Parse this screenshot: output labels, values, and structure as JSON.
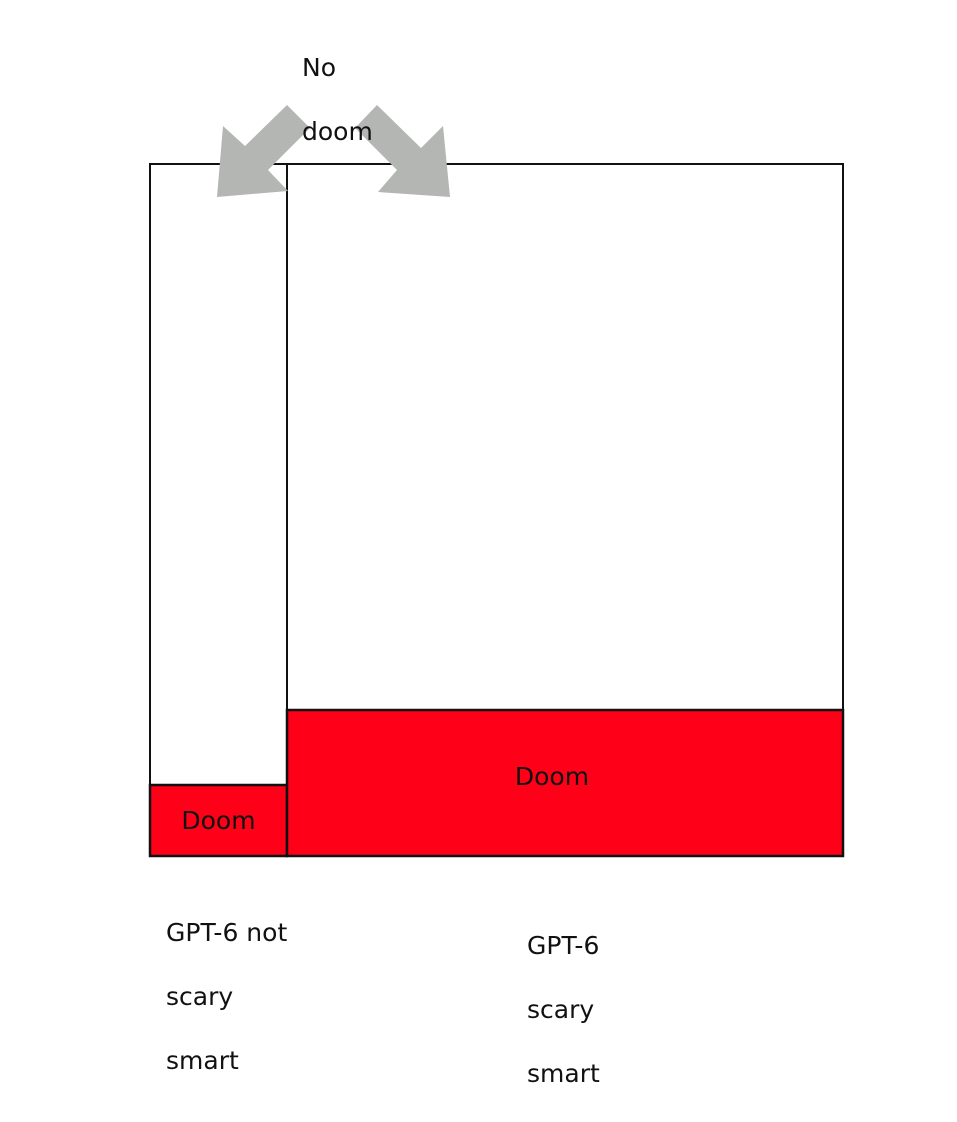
{
  "annotation": {
    "label": "No doom",
    "line1": "No",
    "line2": "doom"
  },
  "bars": [
    {
      "name": "GPT-6 not scary smart",
      "label_lines": [
        "GPT-6 not",
        "scary",
        "smart"
      ],
      "doom_label": "Doom",
      "doom_fraction": 0.103
    },
    {
      "name": "GPT-6 scary smart",
      "label_lines": [
        "GPT-6",
        "scary",
        "smart"
      ],
      "doom_label": "Doom",
      "doom_fraction": 0.211
    }
  ],
  "colors": {
    "doom": "#ff0019",
    "arrow": "#b4b6b4",
    "outline": "#111111"
  }
}
